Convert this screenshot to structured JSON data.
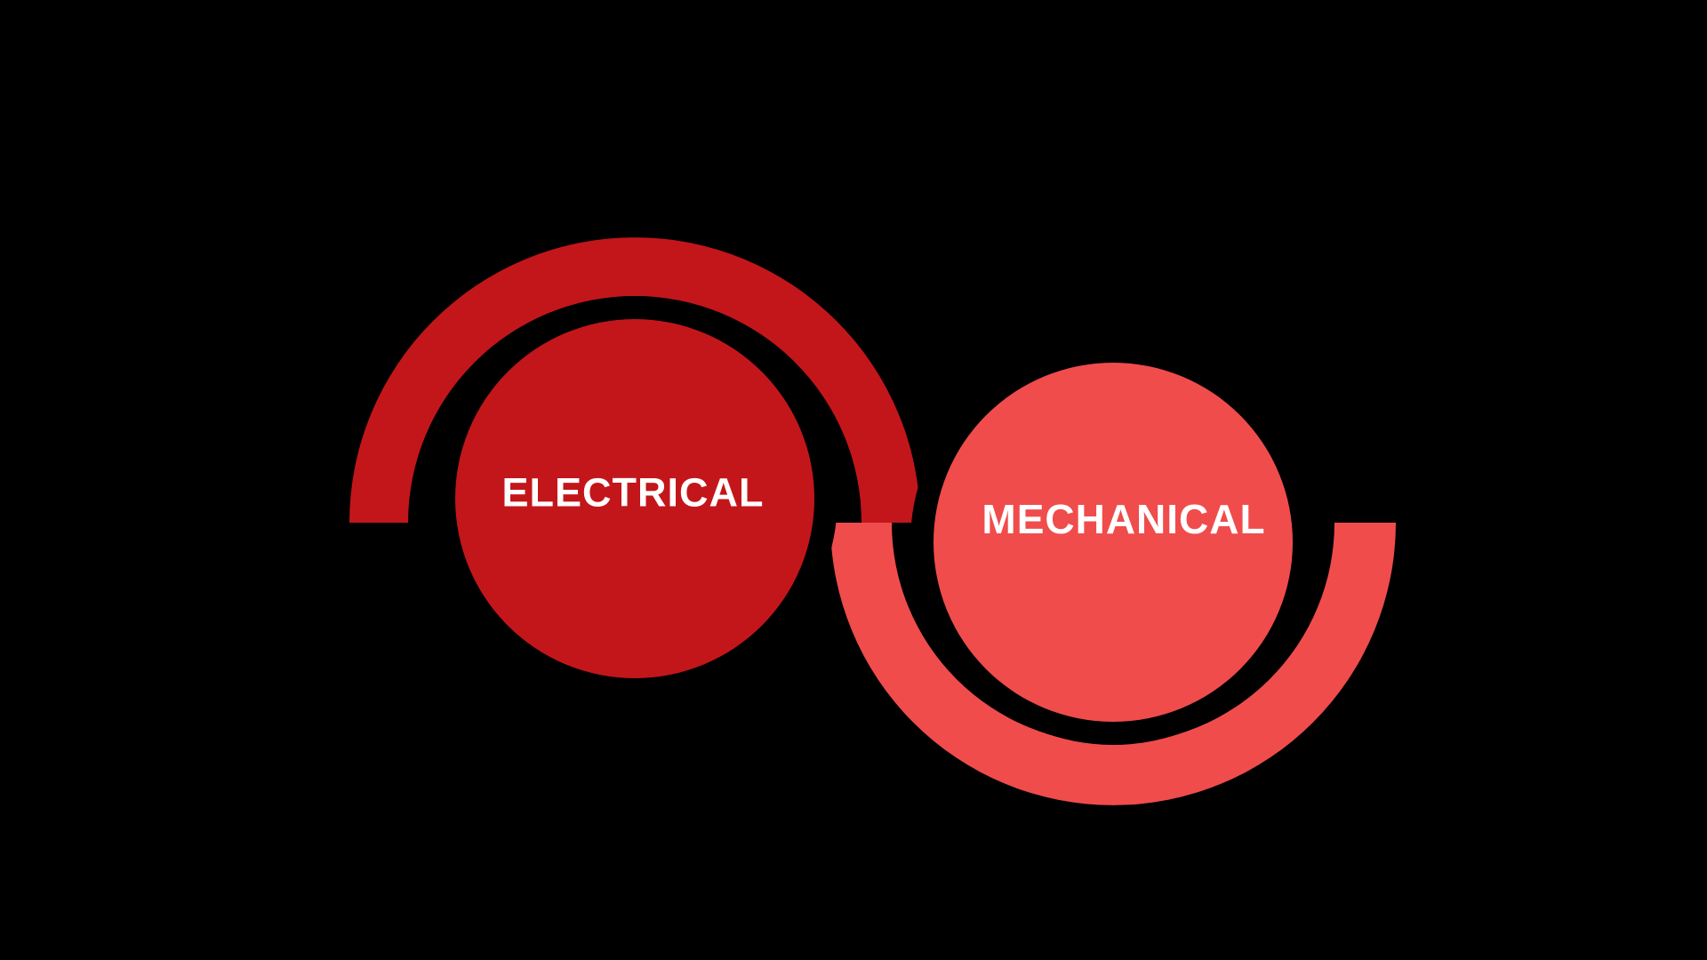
{
  "diagram": {
    "type": "two-segment s-curve infographic",
    "segments": [
      {
        "id": "electrical",
        "label": "ELECTRICAL"
      },
      {
        "id": "mechanical",
        "label": "MECHANICAL"
      }
    ]
  },
  "colors": {
    "background": "#000000",
    "electrical_red": "#C3161B",
    "mechanical_red": "#F04C4C",
    "label_text": "#FFFFFF"
  }
}
